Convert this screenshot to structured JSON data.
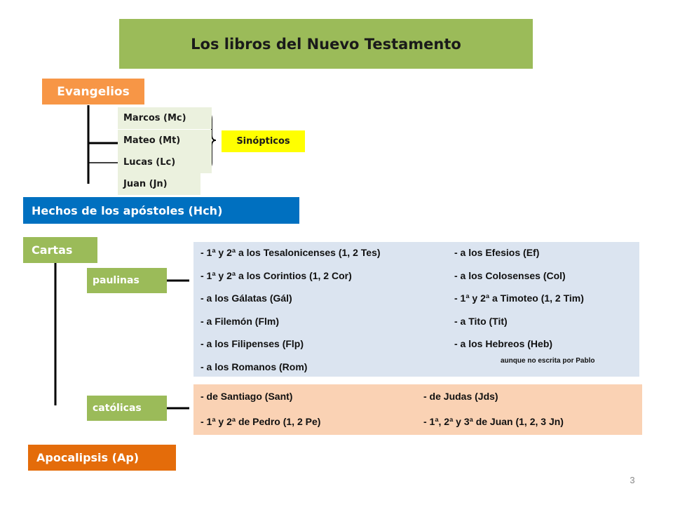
{
  "title": "Los libros del Nuevo Testamento",
  "evangelios": {
    "label": "Evangelios",
    "books": [
      "Marcos (Mc)",
      "Mateo (Mt)",
      "Lucas (Lc)",
      "Juan (Jn)"
    ],
    "sinopticos_label": "Sinópticos"
  },
  "hechos": {
    "label": "Hechos de los apóstoles (Hch)"
  },
  "cartas": {
    "label": "Cartas",
    "paulinas": {
      "label": "paulinas",
      "left": [
        "- 1ª y 2ª a los Tesalonicenses (1, 2 Tes)",
        "- 1ª y 2ª a los Corintios (1, 2 Cor)",
        "- a los Gálatas (Gál)",
        "- a Filemón (Flm)",
        "- a los Filipenses (Flp)",
        "- a los Romanos (Rom)"
      ],
      "right": [
        "- a los Efesios (Ef)",
        "- a los Colosenses (Col)",
        "- 1ª y 2ª a Timoteo (1, 2 Tim)",
        "- a Tito (Tit)",
        "- a los Hebreos (Heb)"
      ],
      "note": "aunque  no escrita por Pablo"
    },
    "catolicas": {
      "label": "católicas",
      "left": [
        "- de Santiago (Sant)",
        "- 1ª y 2ª de Pedro (1, 2 Pe)"
      ],
      "right": [
        "- de Judas (Jds)",
        "- 1ª, 2ª y 3ª de Juan (1, 2, 3 Jn)"
      ]
    }
  },
  "apocalipsis": {
    "label": "Apocalipsis (Ap)"
  },
  "page_number": "3",
  "colors": {
    "title_green": "#9bbb59",
    "evangelios_orange": "#f79646",
    "gospel_bg": "#ebf1de",
    "sinopticos_yellow": "#ffff00",
    "hechos_blue": "#0070c0",
    "paulinas_bg": "#dbe4f0",
    "catolicas_bg": "#fad2b4",
    "apocalipsis_orange": "#e46c0a"
  }
}
